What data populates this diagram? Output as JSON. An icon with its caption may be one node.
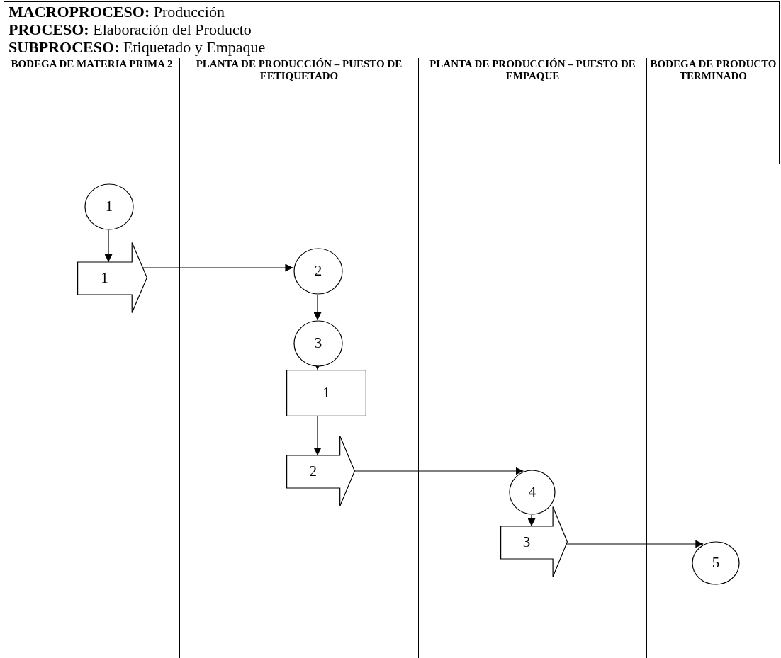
{
  "diagram": {
    "nodes": [
      {
        "text": [
          "BODEGA DE MATERIA PRIMA 2"
        ]
      },
      {
        "text": [
          "PLANTA DE PRODUCCIÓN – PUESTO DE EETIQUETADO"
        ]
      },
      {
        "text": [
          "PLANTA DE PRODUCCIÓN – PUESTO DE EMPAQUE"
        ]
      },
      {
        "text": [
          "BODEGA DE PRODUCTO TERMINADO"
        ]
      },
      {
        "text": [
          "1"
        ],
        "in": 0
      },
      {
        "text": [
          "1"
        ],
        "in": 0
      },
      {
        "text": [
          "2"
        ],
        "in": 1
      },
      {
        "text": [
          "3"
        ],
        "in": 1
      },
      {
        "text": [
          "1"
        ],
        "in": 1
      },
      {
        "text": [
          "2"
        ],
        "in": 1
      },
      {
        "text": [
          "4"
        ],
        "in": 2
      },
      {
        "text": [
          "3"
        ],
        "in": 2
      },
      {
        "text": [
          "5"
        ],
        "in": 3
      }
    ],
    "edges": [
      {
        "from": 4,
        "to": 5,
        "arrow": "to"
      },
      {
        "from": 5,
        "to": 6,
        "arrow": "to"
      },
      {
        "from": 6,
        "to": 7,
        "arrow": "to"
      },
      {
        "from": 7,
        "to": 8,
        "arrow": "to"
      },
      {
        "from": 8,
        "to": 9,
        "arrow": "to"
      },
      {
        "from": 9,
        "to": 10,
        "arrow": "to"
      },
      {
        "from": 10,
        "to": 11,
        "arrow": "to"
      },
      {
        "from": 11,
        "to": 12,
        "arrow": "to"
      }
    ],
    "labels": [
      "**MACROPROCESO:** Producción",
      "**PROCESO:** Elaboración del Producto",
      "**SUBPROCESO:** Etiquetado y Empaque"
    ]
  }
}
